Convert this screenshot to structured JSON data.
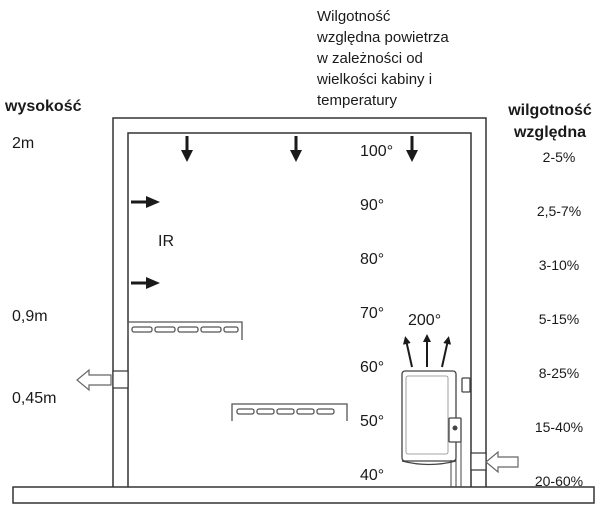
{
  "caption": "Wilgotność\nwzględna powietrza\nw zależności od\nwielkości kabiny i\ntemperatury",
  "height_heading": "wysokość",
  "humidity_heading": "wilgotność\nwzględna",
  "height_labels": [
    "2m",
    "0,9m",
    "0,45m"
  ],
  "temperature_labels": [
    "100°",
    "90°",
    "80°",
    "70°",
    "60°",
    "50°",
    "40°"
  ],
  "humidity_labels": [
    "2-5%",
    "2,5-7%",
    "3-10%",
    "5-15%",
    "8-25%",
    "15-40%",
    "20-60%"
  ],
  "ir_label": "IR",
  "heater_temp_label": "200°"
}
